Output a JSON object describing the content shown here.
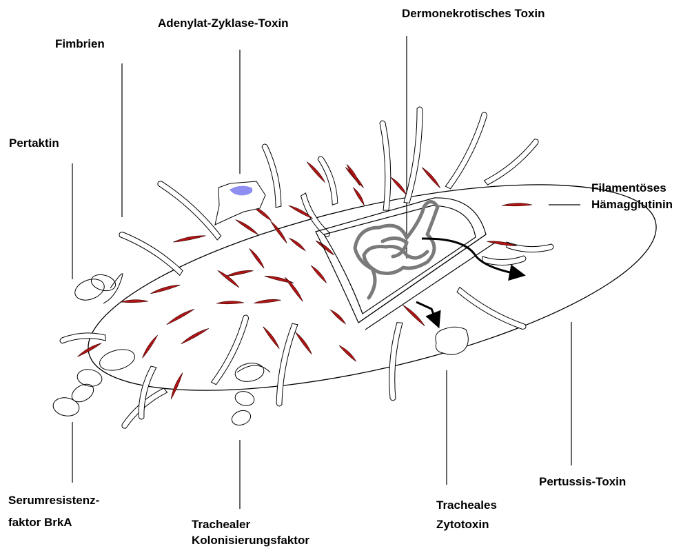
{
  "labels": {
    "adenylat": "Adenylat-Zyklase-Toxin",
    "dermo": "Dermonekrotisches Toxin",
    "fimbrien": "Fimbrien",
    "pertaktin": "Pertaktin",
    "fha_1": "Filamentöses",
    "fha_2": "Hämagglutinin",
    "serum_1": "Serumresistenz-",
    "serum_2": "faktor BrkA",
    "tcf_1": "Trachealer",
    "tcf_2": "Kolonisierungsfaktor",
    "tct_1": "Tracheales",
    "tct_2": "Zytotoxin",
    "ptx": "Pertussis-Toxin"
  },
  "colors": {
    "outline": "#000000",
    "adhesin_red": "#b01515",
    "dna_gray": "#7a7a7a",
    "adenylate_fill": "#8f8ff2",
    "background": "#ffffff"
  }
}
